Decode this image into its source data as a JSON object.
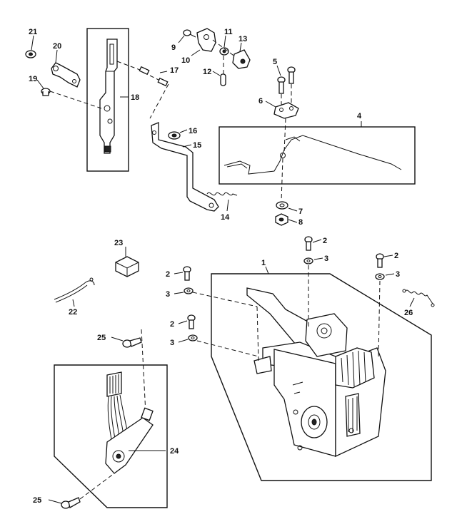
{
  "labels": {
    "p1": "1",
    "p2a": "2",
    "p2b": "2",
    "p2c": "2",
    "p2d": "2",
    "p3a": "3",
    "p3b": "3",
    "p3c": "3",
    "p3d": "3",
    "p4": "4",
    "p5": "5",
    "p6": "6",
    "p7": "7",
    "p8": "8",
    "p9": "9",
    "p10": "10",
    "p11": "11",
    "p12": "12",
    "p13": "13",
    "p14": "14",
    "p15": "15",
    "p16": "16",
    "p17": "17",
    "p18": "18",
    "p19": "19",
    "p20": "20",
    "p21": "21",
    "p22": "22",
    "p23": "23",
    "p24": "24",
    "p25a": "25",
    "p25b": "25",
    "p26": "26"
  }
}
